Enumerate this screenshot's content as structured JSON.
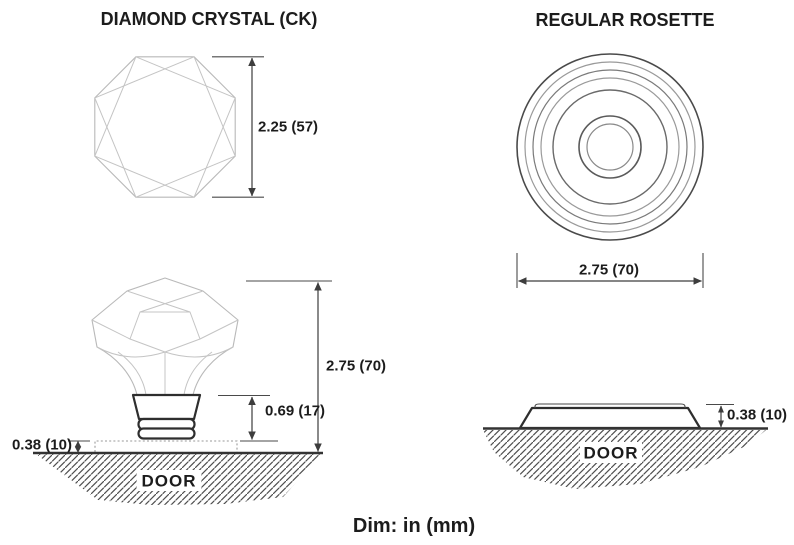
{
  "page": {
    "background": "#ffffff",
    "footer": {
      "units_note": "Dim: in (mm)"
    }
  },
  "colors": {
    "text": "#1c1c1c",
    "dimension_lines": "#3d3d3d",
    "light_drawing_lines": "#b9b9b9",
    "dark_drawing_lines": "#2e2e2e",
    "hatch_lines": "#4f4f4f"
  },
  "diamond_crystal": {
    "title": "DIAMOND CRYSTAL (CK)",
    "top_view": {
      "height_dim": "2.25 (57)"
    },
    "side_view": {
      "overall_height_dim": "2.75 (70)",
      "shank_height_dim": "0.69 (17)",
      "rosette_height_dim": "0.38 (10)",
      "door_label": "DOOR"
    }
  },
  "regular_rosette": {
    "title": "REGULAR ROSETTE",
    "top_view": {
      "diameter_dim": "2.75 (70)"
    },
    "side_view": {
      "height_dim": "0.38 (10)",
      "door_label": "DOOR"
    }
  }
}
